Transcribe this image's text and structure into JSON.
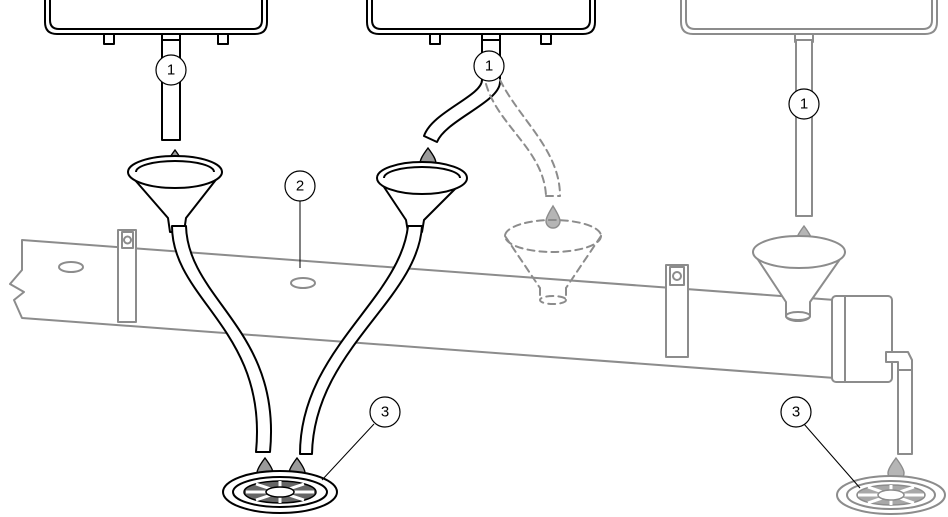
{
  "callouts": {
    "c1_left": "1",
    "c1_middle": "1",
    "c1_right": "1",
    "c2": "2",
    "c3_left": "3",
    "c3_right": "3"
  },
  "colors": {
    "line": "#000000",
    "ghost": "#8c8c8c",
    "drop_fill": "#9a9a9a",
    "background": "#ffffff"
  }
}
